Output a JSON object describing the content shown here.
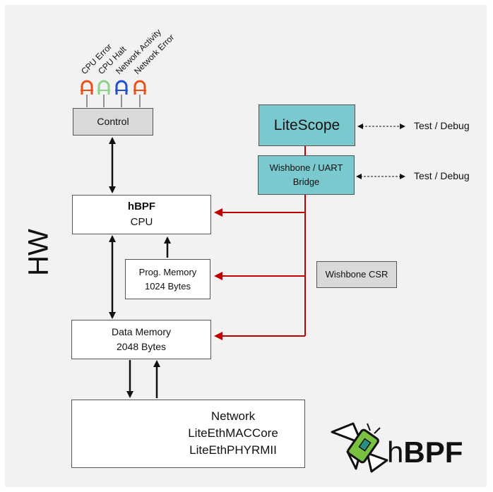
{
  "leds": {
    "led1": {
      "label": "CPU Error",
      "color": "#e8501a"
    },
    "led2": {
      "label": "CPU Halt",
      "color": "#8fd08a"
    },
    "led3": {
      "label": "Network Activity",
      "color": "#1f4fd6"
    },
    "led4": {
      "label": "Network Error",
      "color": "#e8501a"
    }
  },
  "control": {
    "label": "Control"
  },
  "litescope": {
    "label": "LiteScope"
  },
  "wishbone_bridge": {
    "line1": "Wishbone / UART",
    "line2": "Bridge"
  },
  "test_debug_1": "Test / Debug",
  "test_debug_2": "Test / Debug",
  "cpu": {
    "title": "hBPF",
    "subtitle": "CPU"
  },
  "prog_memory": {
    "line1": "Prog. Memory",
    "line2": "1024 Bytes"
  },
  "data_memory": {
    "line1": "Data Memory",
    "line2": "2048 Bytes"
  },
  "wishbone_csr": {
    "label": "Wishbone CSR"
  },
  "hw_label": "HW",
  "network": {
    "line1": "Network",
    "line2": "LiteEthMACCore",
    "line3": "LiteEthPHYRMII"
  },
  "logo": {
    "prefix": "h",
    "bold": "BPF"
  },
  "colors": {
    "bus_red": "#c00000",
    "teal": "#79c9cf",
    "grey": "#d9d9d9",
    "arrow_black": "#111111"
  }
}
